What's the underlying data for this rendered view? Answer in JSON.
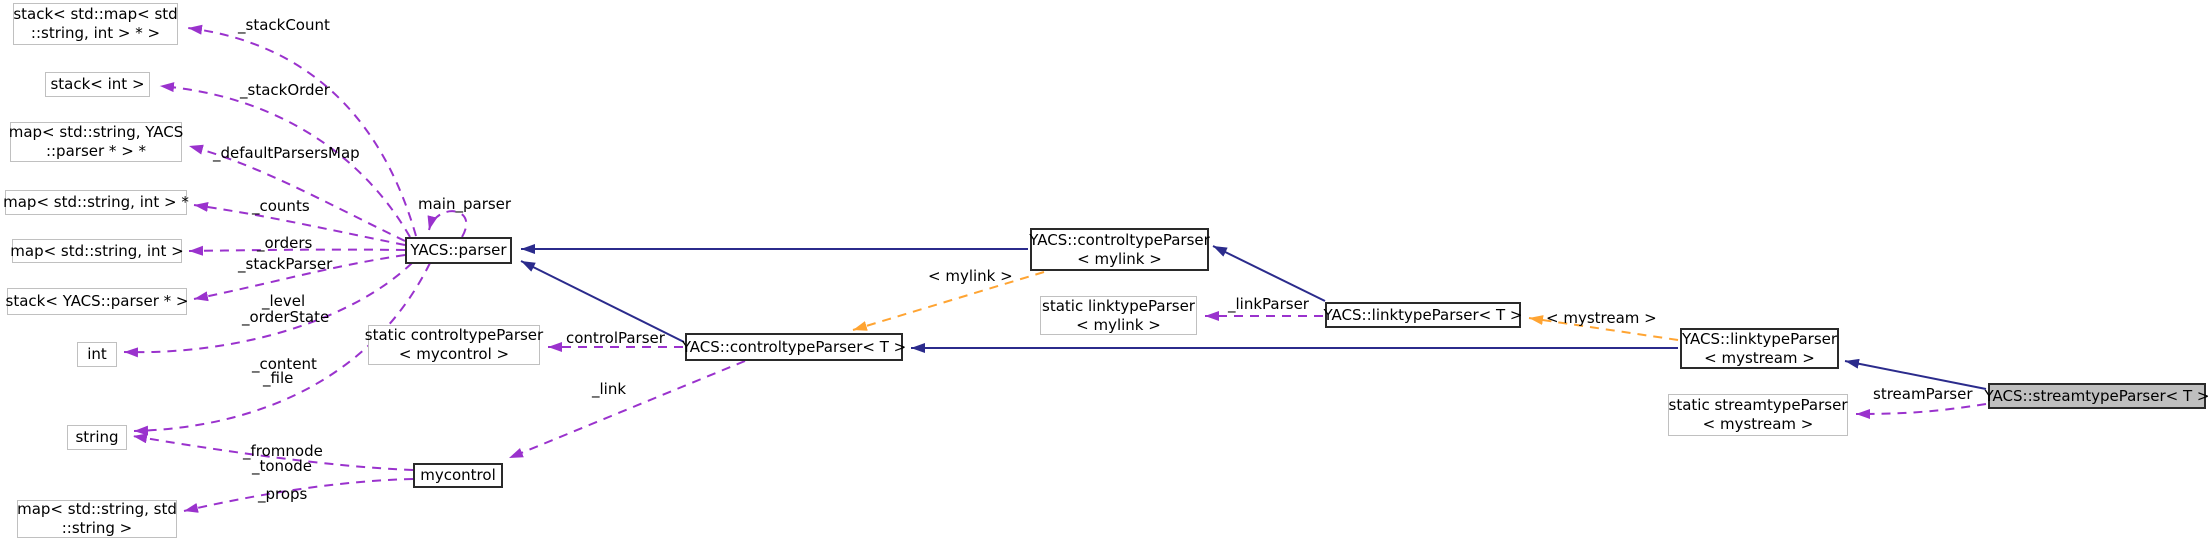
{
  "diagram_type": "collaboration-graph",
  "colors": {
    "inheritance_edge": "#2b2b8c",
    "usage_edge": "#9a32cd",
    "template_edge": "#ffa432",
    "class_border": "#2a2a2a",
    "type_border": "#c0c0c0",
    "highlight_fill": "#bfbfbf"
  },
  "nodes": {
    "stackmap": [
      "stack< std::map< std",
      "::string, int > * >"
    ],
    "stackint": [
      "stack< int >"
    ],
    "mapparserptr": [
      "map< std::string, YACS",
      "::parser * > *"
    ],
    "mapintptr": [
      "map< std::string, int > *"
    ],
    "mapint": [
      "map< std::string, int >"
    ],
    "stackyacsparser": [
      "stack< YACS::parser * >"
    ],
    "int": [
      "int"
    ],
    "string": [
      "string"
    ],
    "mapstringstring": [
      "map< std::string, std",
      "::string >"
    ],
    "parser": [
      "YACS::parser"
    ],
    "staticcontrol": [
      "static controltypeParser",
      "< mycontrol >"
    ],
    "ctp_t": [
      "YACS::controltypeParser< T >"
    ],
    "mycontrol": [
      "mycontrol"
    ],
    "ctp_mylink": [
      "YACS::controltypeParser",
      "< mylink >"
    ],
    "staticlink": [
      "static linktypeParser",
      "< mylink >"
    ],
    "ltp_t": [
      "YACS::linktypeParser< T >"
    ],
    "ltp_mystream": [
      "YACS::linktypeParser",
      "< mystream >"
    ],
    "staticstream": [
      "static streamtypeParser",
      "< mystream >"
    ],
    "stp_t": [
      "YACS::streamtypeParser< T >"
    ]
  },
  "edge_labels": {
    "stackCount": "_stackCount",
    "stackOrder": "_stackOrder",
    "defaultParsersMap": "_defaultParsersMap",
    "counts": "_counts",
    "orders": "_orders",
    "stackParser": "_stackParser",
    "level": "_level",
    "orderState": "_orderState",
    "content": "_content",
    "file": "_file",
    "fromnode": "_fromnode",
    "tonode": "_tonode",
    "props": "_props",
    "mainParser": "main_parser",
    "controlParser": "controlParser",
    "link": "_link",
    "mylink": "< mylink >",
    "linkParser": "_linkParser",
    "mystream": "< mystream >",
    "streamParser": "streamParser"
  }
}
